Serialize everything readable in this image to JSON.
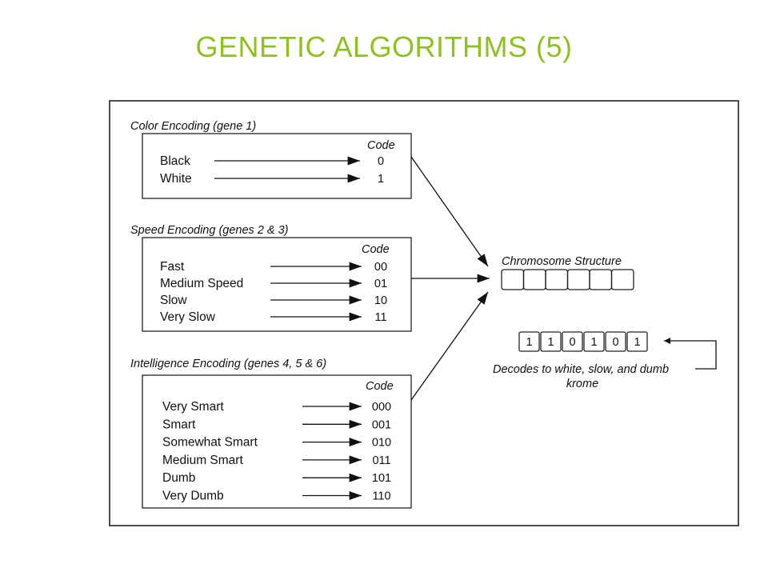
{
  "title": "GENETIC ALGORITHMS (5)",
  "title_color": "#8DC21F",
  "code_header": "Code",
  "color_group": {
    "caption": "Color Encoding (gene 1)",
    "items": [
      {
        "label": "Black",
        "code": "0"
      },
      {
        "label": "White",
        "code": "1"
      }
    ]
  },
  "speed_group": {
    "caption": "Speed Encoding (genes 2 & 3)",
    "items": [
      {
        "label": "Fast",
        "code": "00"
      },
      {
        "label": "Medium Speed",
        "code": "01"
      },
      {
        "label": "Slow",
        "code": "10"
      },
      {
        "label": "Very Slow",
        "code": "11"
      }
    ]
  },
  "intel_group": {
    "caption": "Intelligence Encoding (genes 4, 5 & 6)",
    "items": [
      {
        "label": "Very Smart",
        "code": "000"
      },
      {
        "label": "Smart",
        "code": "001"
      },
      {
        "label": "Somewhat Smart",
        "code": "010"
      },
      {
        "label": "Medium Smart",
        "code": "011"
      },
      {
        "label": "Dumb",
        "code": "101"
      },
      {
        "label": "Very Dumb",
        "code": "110"
      }
    ]
  },
  "chromosome": {
    "caption": "Chromosome Structure",
    "slot_count": 6,
    "example_bits": [
      "1",
      "1",
      "0",
      "1",
      "0",
      "1"
    ],
    "decode_line1": "Decodes to white, slow, and dumb",
    "decode_line2": "krome"
  }
}
